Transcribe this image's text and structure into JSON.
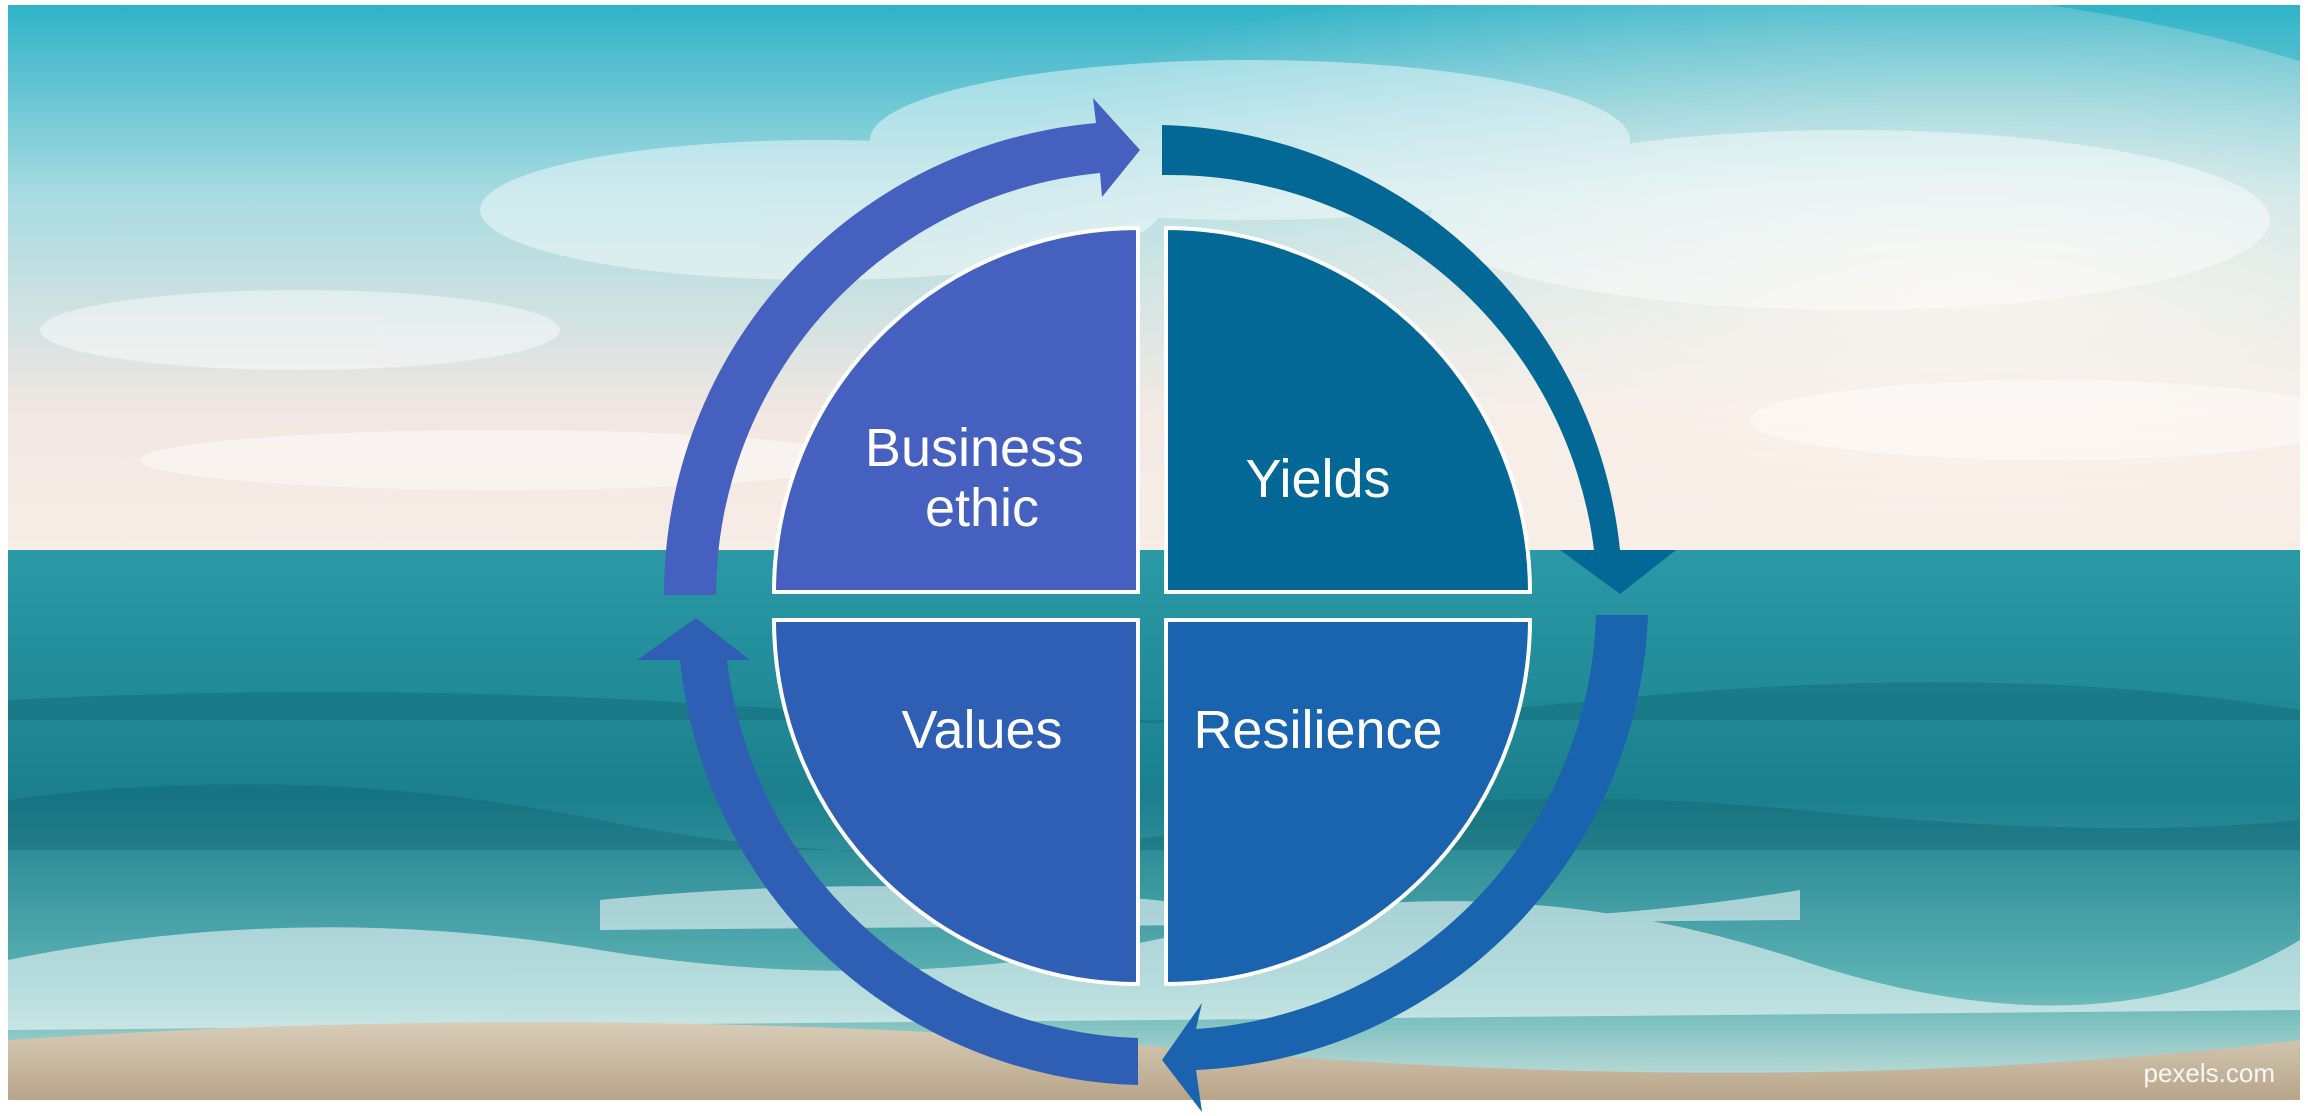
{
  "diagram": {
    "quadrants": [
      {
        "id": "business-ethic",
        "lines": [
          "Business",
          "ethic"
        ],
        "color": "#4560bf"
      },
      {
        "id": "yields",
        "lines": [
          "Yields"
        ],
        "color": "#036896"
      },
      {
        "id": "values",
        "lines": [
          "Values"
        ],
        "color": "#2f5fb4"
      },
      {
        "id": "resilience",
        "lines": [
          "Resilience"
        ],
        "color": "#1a63ae"
      }
    ],
    "arrows": [
      {
        "id": "arrow-top-left",
        "color": "#4560bf"
      },
      {
        "id": "arrow-top-right",
        "color": "#036896"
      },
      {
        "id": "arrow-bottom-right",
        "color": "#1a63ae"
      },
      {
        "id": "arrow-bottom-left",
        "color": "#2f5fb4"
      }
    ]
  },
  "watermark": {
    "text": "pexels.com"
  },
  "colors": {
    "sky_top": "#2fb3c7",
    "sky_mid": "#f6e5df",
    "sea": "#1f8e9b",
    "foam": "#e9f2f1"
  }
}
